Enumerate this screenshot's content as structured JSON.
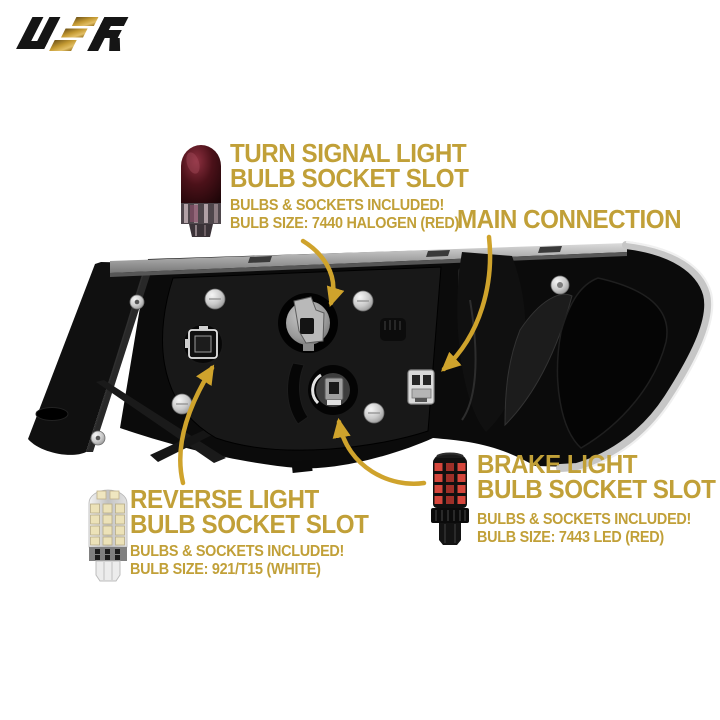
{
  "logo": {
    "text": "USR"
  },
  "colors": {
    "gold_text": "#C1A038",
    "arrow_gold": "#CFA32C",
    "logo_gold": "#C49A33",
    "background": "#FFFFFF"
  },
  "callouts": {
    "turn_signal": {
      "title1": "TURN SIGNAL LIGHT",
      "title2": "BULB SOCKET SLOT",
      "note": "BULBS & SOCKETS INCLUDED!",
      "size": "BULB SIZE: 7440 HALOGEN (RED)",
      "bulb_icon": "red-halogen-bulb"
    },
    "main_connection": {
      "title": "MAIN CONNECTION"
    },
    "reverse": {
      "title1": "REVERSE LIGHT",
      "title2": "BULB SOCKET SLOT",
      "note": "BULBS & SOCKETS INCLUDED!",
      "size": "BULB SIZE: 921/T15 (WHITE)",
      "bulb_icon": "white-led-bulb"
    },
    "brake": {
      "title1": "BRAKE LIGHT",
      "title2": "BULB SOCKET SLOT",
      "note": "BULBS & SOCKETS INCLUDED!",
      "size": "BULB SIZE: 7443 LED (RED)",
      "bulb_icon": "red-led-bulb"
    }
  },
  "photo_parts": {
    "turn_signal_socket": "turn-signal-bulb-socket",
    "brake_socket": "brake-bulb-socket",
    "reverse_socket": "reverse-bulb-socket",
    "main_connector": "main-connection-plug"
  }
}
